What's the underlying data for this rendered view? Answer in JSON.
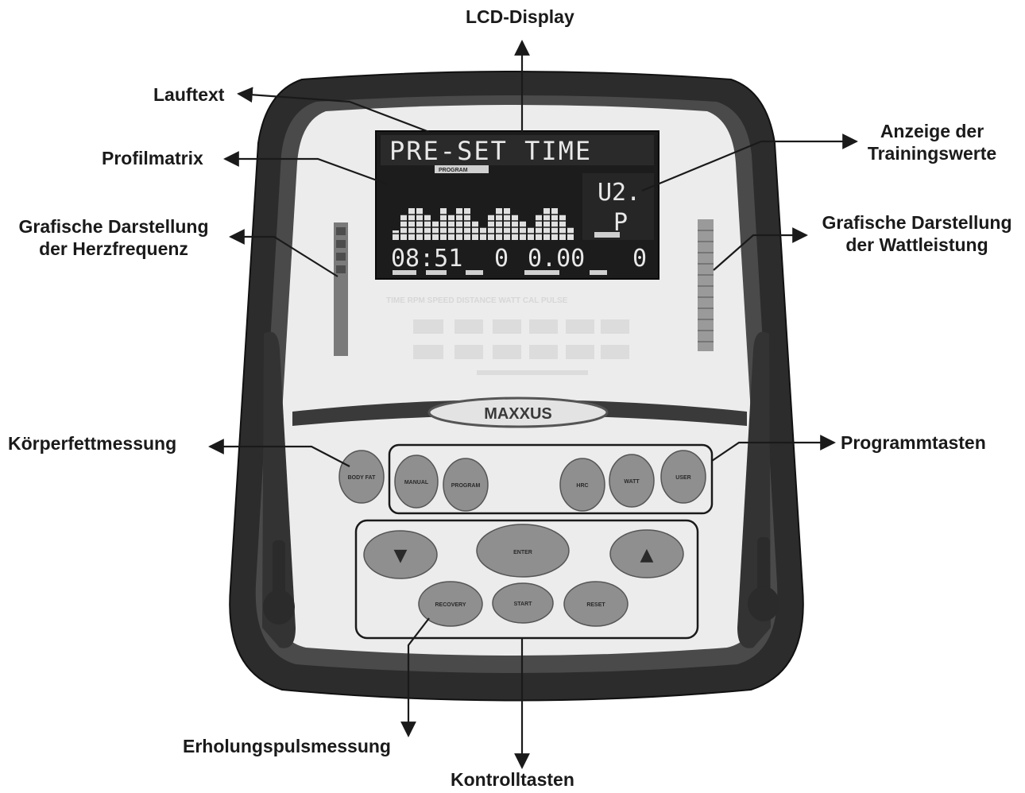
{
  "labels": {
    "lcd_display": "LCD-Display",
    "lauftext": "Lauftext",
    "profilmatrix": "Profilmatrix",
    "anzeige_line1": "Anzeige der",
    "anzeige_line2": "Trainingswerte",
    "herz_line1": "Grafische Darstellung",
    "herz_line2": "der Herzfrequenz",
    "watt_line1": "Grafische Darstellung",
    "watt_line2": "der Wattleistung",
    "koerperfett": "Körperfettmessung",
    "programmtasten": "Programmtasten",
    "erholung": "Erholungspulsmessung",
    "kontrolltasten": "Kontrolltasten"
  },
  "lcd": {
    "scroll_text": "PRE-SET TIME",
    "program_tag": "PROGRAM",
    "user_code": "U2.",
    "user_letter": "P",
    "time_value": "08:51",
    "speed_value": "0",
    "distance_value": "0.00",
    "watt_value": "0"
  },
  "console": {
    "brand": "MAXXUS",
    "faint_row": "TIME  RPM  SPEED  DISTANCE  WATT  CAL  PULSE"
  },
  "buttons": {
    "bodyfat": "BODY FAT",
    "prog1": "MANUAL",
    "prog2": "PROGRAM",
    "prog3": "HRC",
    "prog4": "WATT",
    "prog5": "USER",
    "down": "▼",
    "enter": "ENTER",
    "up": "▲",
    "recovery": "RECOVERY",
    "start_stop": "START",
    "reset": "RESET"
  },
  "colors": {
    "frame": "#2a2a2a",
    "panel": "#ececec",
    "lcd_bg": "#1c1c1c",
    "button": "#8f8f8f",
    "label": "#1a1a1a"
  }
}
